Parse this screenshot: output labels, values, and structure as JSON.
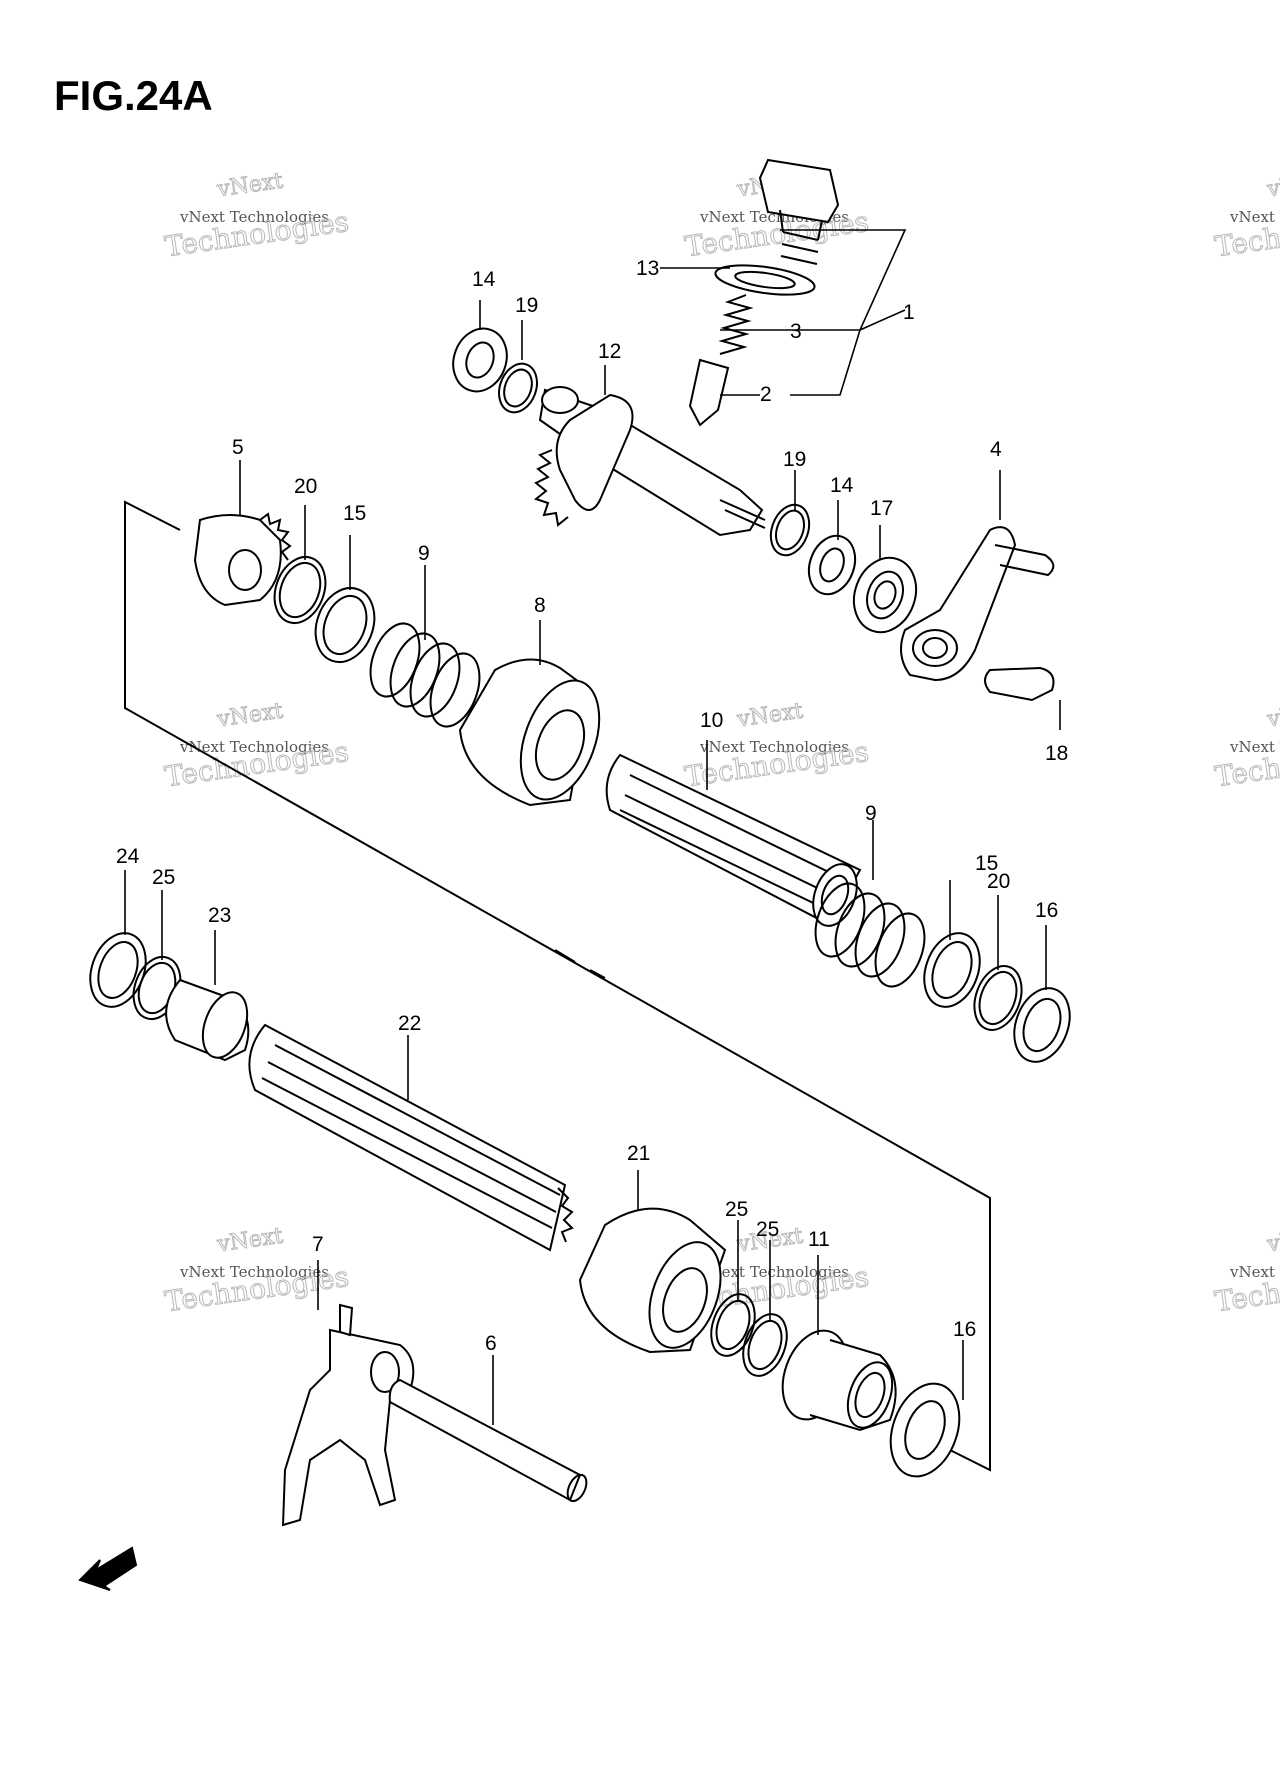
{
  "figure": {
    "title": "FIG.24A",
    "fwd_label": "FWD"
  },
  "watermark": {
    "lines": [
      "vNext",
      "vNext Technologies",
      "Technologies"
    ],
    "color": "#b9b9b9"
  },
  "callouts": [
    "1",
    "2",
    "3",
    "4",
    "5",
    "6",
    "7",
    "8",
    "9",
    "9",
    "10",
    "11",
    "12",
    "13",
    "14",
    "14",
    "15",
    "15",
    "16",
    "16",
    "17",
    "18",
    "19",
    "19",
    "20",
    "20",
    "21",
    "22",
    "23",
    "24",
    "25",
    "25",
    "25"
  ],
  "colors": {
    "ink": "#000000",
    "paper": "#ffffff"
  }
}
